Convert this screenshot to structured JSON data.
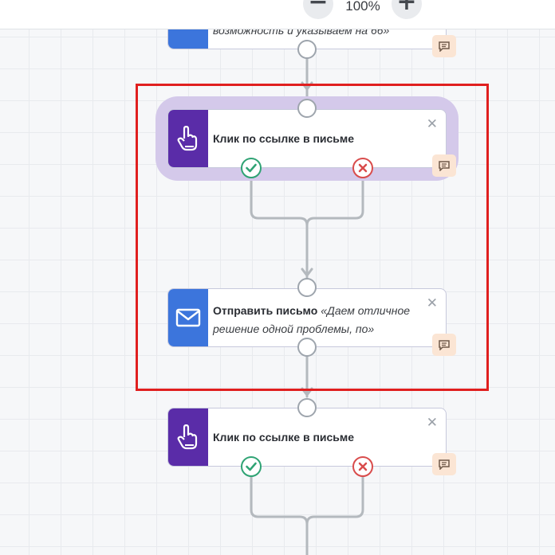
{
  "toolbar": {
    "zoom_out_label": "−",
    "zoom_level": "100%",
    "zoom_in_label": "+"
  },
  "nodes": {
    "prev": {
      "subtitle": "возможность и указываем на 66»",
      "icon": "mail-icon"
    },
    "click1": {
      "title": "Клик по ссылке в письме",
      "icon": "hand-pointer-icon",
      "close_label": "✕"
    },
    "send": {
      "title": "Отправить письмо",
      "subtitle": "«Даем отличное решение одной проблемы, по»",
      "icon": "mail-icon",
      "close_label": "✕"
    },
    "click2": {
      "title": "Клик по ссылке в письме",
      "icon": "hand-pointer-icon",
      "close_label": "✕"
    }
  },
  "colors": {
    "accent_purple": "#5a2ca8",
    "accent_blue": "#3c75dc",
    "success": "#2fa374",
    "fail": "#d94c4c",
    "highlight": "#e01f1f",
    "halo": "#d4c9ea"
  }
}
